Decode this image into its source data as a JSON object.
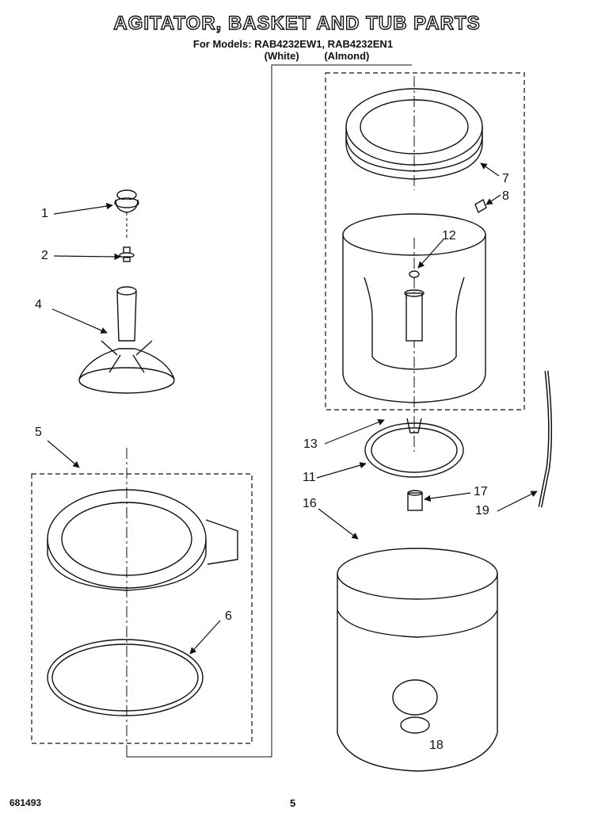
{
  "header": {
    "title": "AGITATOR, BASKET AND TUB PARTS",
    "models": "For Models: RAB4232EW1, RAB4232EN1",
    "variant_white": "(White)",
    "variant_almond": "(Almond)"
  },
  "callouts": {
    "c1": "1",
    "c2": "2",
    "c4": "4",
    "c5": "5",
    "c6": "6",
    "c7": "7",
    "c8": "8",
    "c11": "11",
    "c12": "12",
    "c13": "13",
    "c16": "16",
    "c17": "17",
    "c18": "18",
    "c19": "19"
  },
  "footer": {
    "doc_number": "681493",
    "page": "5"
  }
}
